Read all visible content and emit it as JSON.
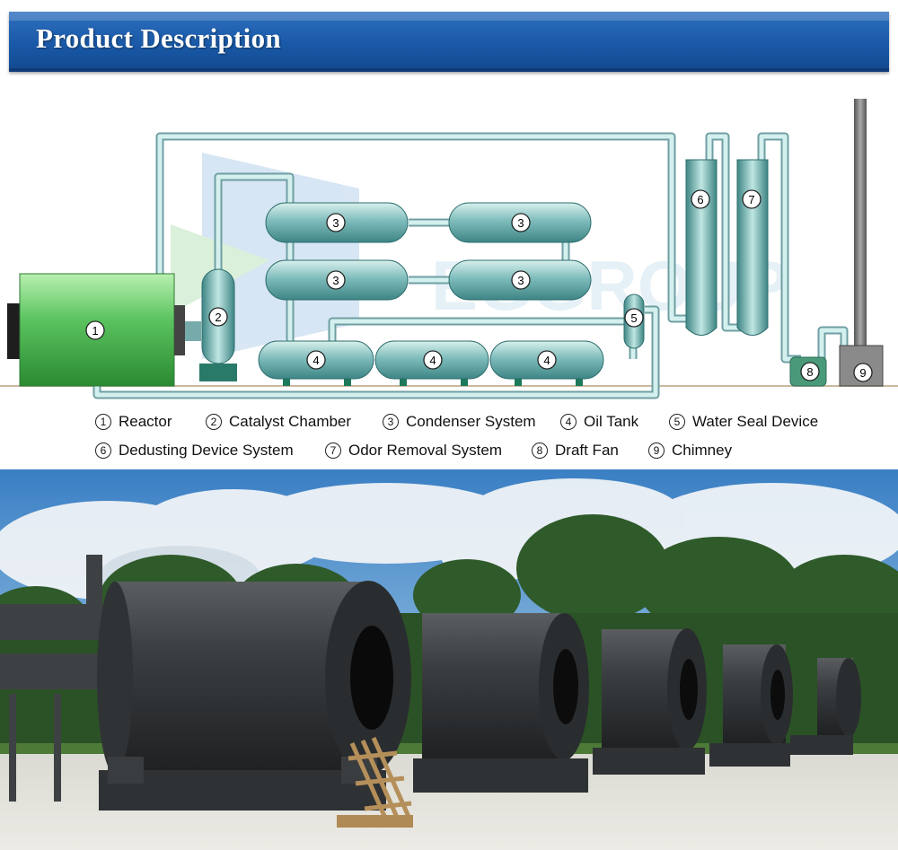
{
  "header": {
    "title": "Product Description"
  },
  "diagram": {
    "labels": {
      "reactor": "1",
      "catalyst": "2",
      "condenser": "3",
      "oil_tank": "4",
      "water_seal": "5",
      "dedusting": "6",
      "odor": "7",
      "draft_fan": "8",
      "chimney": "9"
    },
    "watermark": "EGGROUP",
    "colors": {
      "pipe": "#bfe3e3",
      "pipe_edge": "#6f9fa3",
      "reactor": "#5cc460",
      "tank": "#7fbcbc",
      "stack": "#8a8a8a"
    }
  },
  "legend": {
    "items": [
      {
        "num": "1",
        "label": "Reactor"
      },
      {
        "num": "2",
        "label": "Catalyst Chamber"
      },
      {
        "num": "3",
        "label": "Condenser System"
      },
      {
        "num": "4",
        "label": "Oil Tank"
      },
      {
        "num": "5",
        "label": "Water Seal Device"
      },
      {
        "num": "6",
        "label": "Dedusting Device System"
      },
      {
        "num": "7",
        "label": "Odor Removal System"
      },
      {
        "num": "8",
        "label": "Draft Fan"
      },
      {
        "num": "9",
        "label": "Chimney"
      }
    ]
  }
}
